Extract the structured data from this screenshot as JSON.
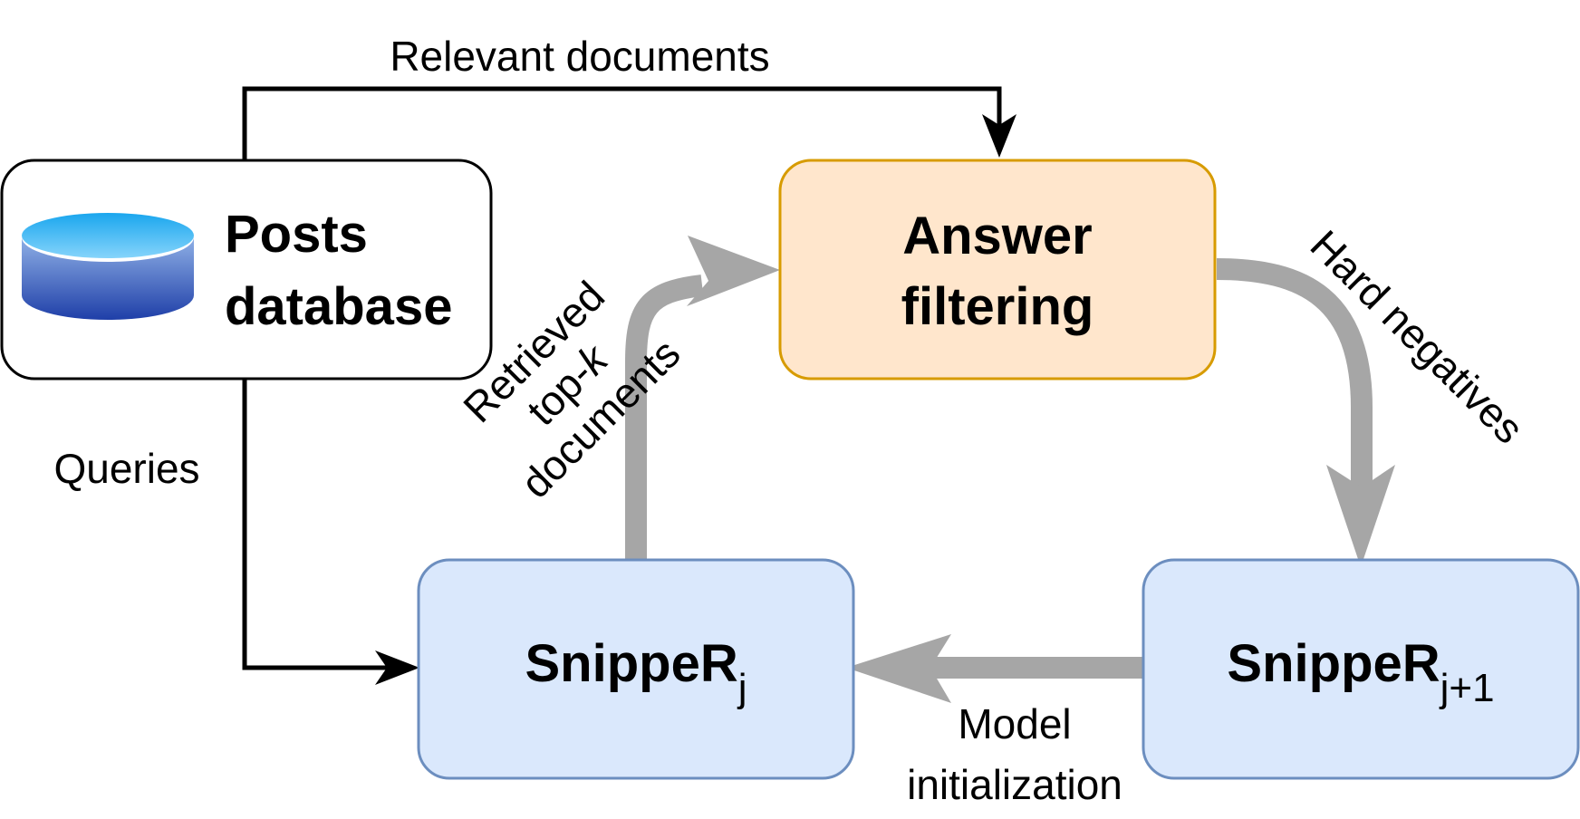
{
  "nodes": {
    "posts_db": {
      "line1": "Posts",
      "line2": "database",
      "icon": "database-icon"
    },
    "answer_filtering": {
      "line1": "Answer",
      "line2": "filtering"
    },
    "snipper_j": {
      "base": "SnippeR",
      "sub": "j"
    },
    "snipper_j1": {
      "base": "SnippeR",
      "sub": "j+1"
    }
  },
  "edges": {
    "relevant_documents": "Relevant documents",
    "queries": "Queries",
    "retrieved": {
      "line1": "Retrieved",
      "line2_prefix": "top-",
      "line2_k": "k",
      "line3": "documents"
    },
    "hard_negatives": "Hard negatives",
    "model_init": {
      "line1": "Model",
      "line2": "initialization"
    }
  },
  "colors": {
    "black_arrow": "#000000",
    "gray_arrow": "#a6a6a6",
    "answer_fill": "#ffe6cc",
    "answer_stroke": "#d79b00",
    "snipper_fill": "#dae8fc",
    "snipper_stroke": "#6c8ebf",
    "db_top": "#3cb4f0",
    "db_body": "#2a4fb0"
  }
}
